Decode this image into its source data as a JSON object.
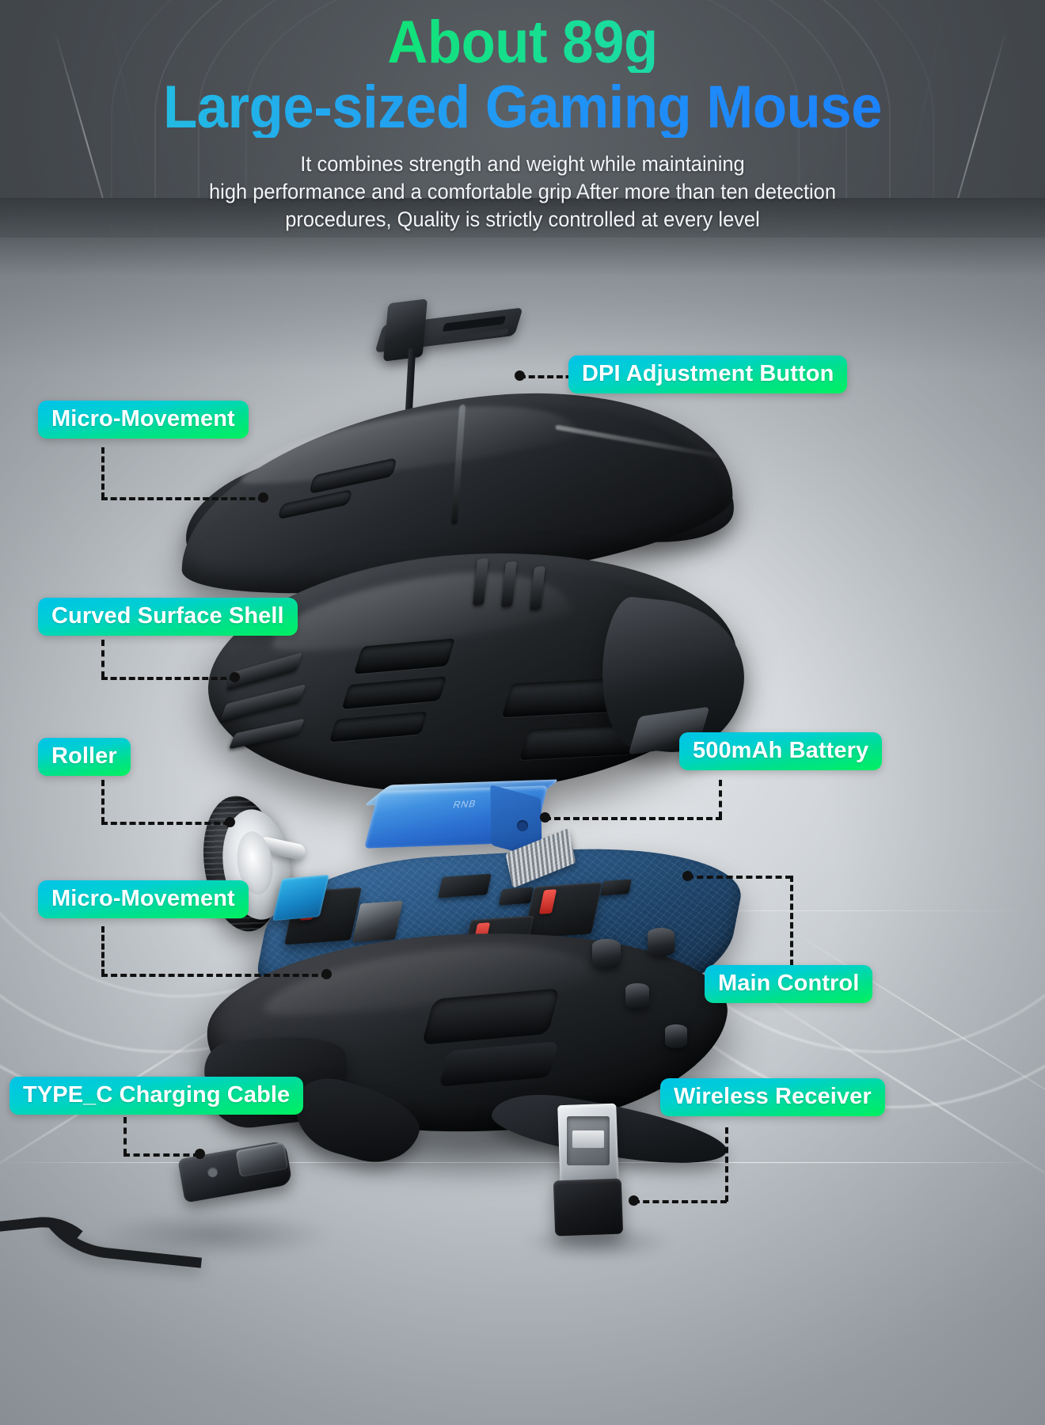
{
  "header": {
    "title_line1": "About 89g",
    "title_line2": "Large-sized Gaming Mouse",
    "subtitle_line1": "It combines strength and weight while maintaining",
    "subtitle_line2": "high performance and a comfortable grip After more than ten detection",
    "subtitle_line3": "procedures, Quality is strictly controlled at every level",
    "title_gradient_start": "#00e060",
    "title_gradient_mid": "#23c8d8",
    "title_gradient_end": "#1b7cff",
    "subtitle_color": "#f2f4f6"
  },
  "badge_style": {
    "gradient_top": "#00c3e8",
    "gradient_bottom": "#00f060",
    "text_color": "#ffffff"
  },
  "callouts": [
    {
      "id": "dpi-adjustment-button",
      "label": "DPI Adjustment Button"
    },
    {
      "id": "micro-movement-top",
      "label": "Micro-Movement"
    },
    {
      "id": "curved-surface-shell",
      "label": "Curved Surface Shell"
    },
    {
      "id": "roller",
      "label": "Roller"
    },
    {
      "id": "battery",
      "label": "500mAh Battery"
    },
    {
      "id": "micro-movement-bottom",
      "label": "Micro-Movement"
    },
    {
      "id": "main-control",
      "label": "Main Control"
    },
    {
      "id": "type-c-charging-cable",
      "label": "TYPE_C Charging Cable"
    },
    {
      "id": "wireless-receiver",
      "label": "Wireless Receiver"
    }
  ],
  "product": {
    "battery_marking": "RNB",
    "parts": [
      "top-shell",
      "dpi-button-assembly",
      "middle-frame",
      "scroll-wheel",
      "battery-pack",
      "main-pcb",
      "micro-switches",
      "usb-c-port",
      "bottom-base",
      "usb-c-cable",
      "usb-wireless-receiver"
    ]
  }
}
